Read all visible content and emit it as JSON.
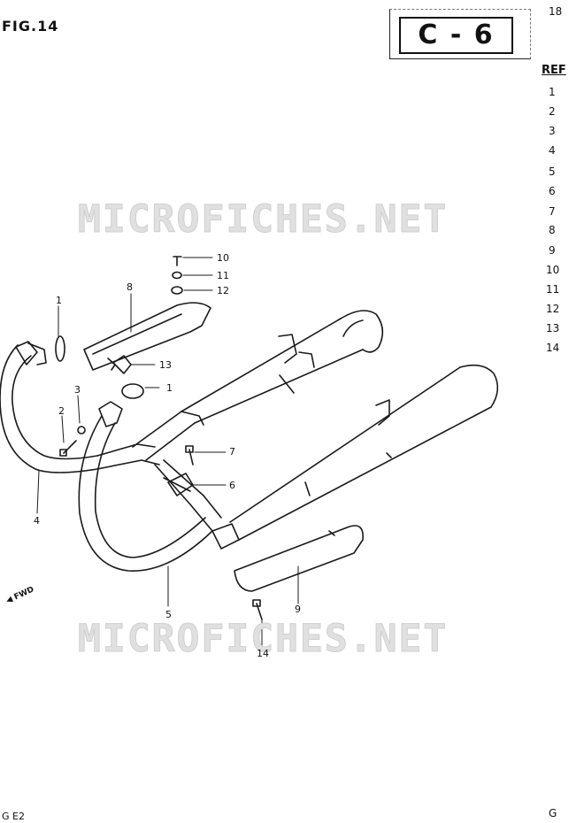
{
  "figure": {
    "title": "FIG.14",
    "page_corner": "18"
  },
  "section": {
    "code": "C - 6"
  },
  "ref_list": {
    "header": "REF",
    "items": [
      "1",
      "2",
      "3",
      "4",
      "5",
      "6",
      "7",
      "8",
      "9",
      "10",
      "11",
      "12",
      "13",
      "14"
    ]
  },
  "watermark": {
    "text": "MICROFICHES.NET"
  },
  "callouts": {
    "c1a": "1",
    "c1b": "1",
    "c2": "2",
    "c3": "3",
    "c4": "4",
    "c5": "5",
    "c6": "6",
    "c7": "7",
    "c8": "8",
    "c9": "9",
    "c10": "10",
    "c11": "11",
    "c12": "12",
    "c13": "13",
    "c14": "14"
  },
  "direction_marker": "FWD",
  "footer": {
    "left": "G E2",
    "right": "G"
  }
}
